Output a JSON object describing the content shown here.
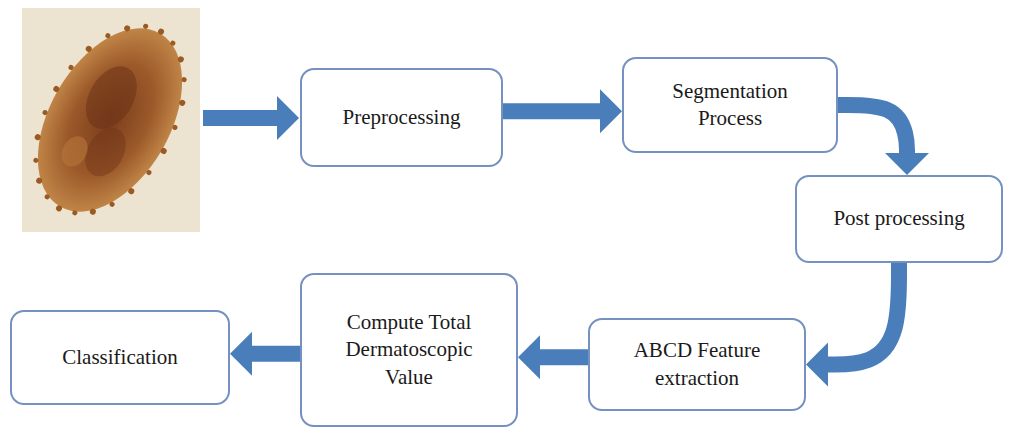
{
  "diagram": {
    "nodes": [
      {
        "text": [
          "Preprocessing"
        ]
      },
      {
        "text": [
          "Segmentation Process"
        ]
      },
      {
        "text": [
          "Post processing"
        ]
      },
      {
        "text": [
          "ABCD Feature extraction"
        ]
      },
      {
        "text": [
          "Compute Total Dermatoscopic Value"
        ]
      },
      {
        "text": [
          "Classification"
        ]
      }
    ],
    "edges": [
      {
        "from": 0,
        "to": 1,
        "arrow": "to"
      },
      {
        "from": 1,
        "to": 2,
        "arrow": "to"
      },
      {
        "from": 2,
        "to": 3,
        "arrow": "to"
      },
      {
        "from": 3,
        "to": 4,
        "arrow": "to"
      },
      {
        "from": 4,
        "to": 5,
        "arrow": "to"
      }
    ]
  }
}
